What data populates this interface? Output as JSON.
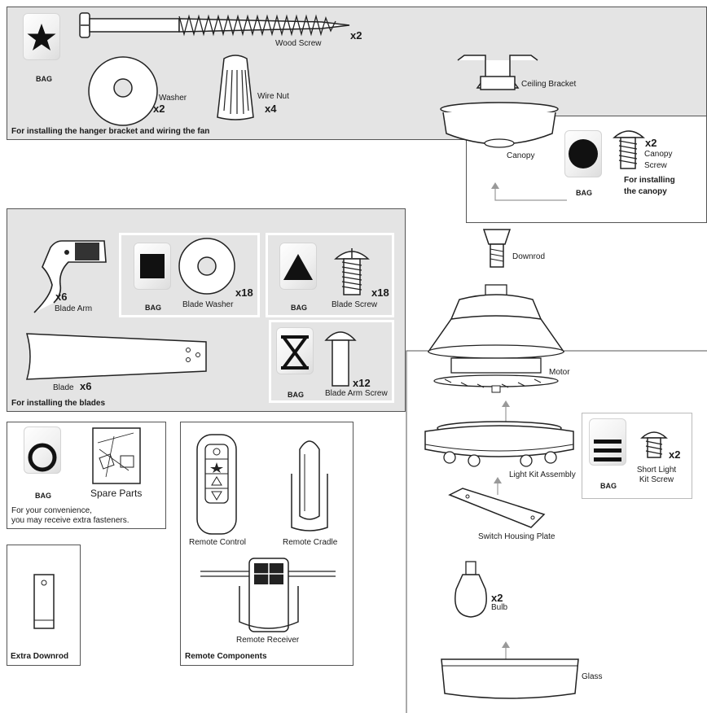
{
  "hardware_top": {
    "bag": "BAG",
    "wood_screw": "Wood Screw",
    "wood_screw_qty": "x2",
    "washer": "Washer",
    "washer_qty": "x2",
    "wire_nut": "Wire Nut",
    "wire_nut_qty": "x4",
    "caption": "For installing the hanger bracket and wiring the fan"
  },
  "ceiling": {
    "bracket": "Ceiling Bracket",
    "canopy": "Canopy"
  },
  "canopy_hw": {
    "bag": "BAG",
    "qty": "x2",
    "screw_line1": "Canopy",
    "screw_line2": "Screw",
    "caption_line1": "For installing",
    "caption_line2": "the canopy"
  },
  "blades_panel": {
    "blade_arm": "Blade Arm",
    "blade_arm_qty": "x6",
    "bag1": "BAG",
    "blade_washer": "Blade Washer",
    "blade_washer_qty": "x18",
    "bag2": "BAG",
    "blade_screw": "Blade Screw",
    "blade_screw_qty": "x18",
    "blade": "Blade",
    "blade_qty": "x6",
    "bag3": "BAG",
    "blade_arm_screw": "Blade Arm Screw",
    "blade_arm_screw_qty": "x12",
    "caption": "For installing the blades"
  },
  "spare": {
    "bag": "BAG",
    "spare_parts": "Spare Parts",
    "note_line1": "For your convenience,",
    "note_line2": "you may receive extra fasteners."
  },
  "remote": {
    "remote_control": "Remote Control",
    "remote_cradle": "Remote Cradle",
    "remote_receiver": "Remote Receiver",
    "caption": "Remote Components"
  },
  "extra": {
    "caption": "Extra Downrod"
  },
  "assembly": {
    "downrod": "Downrod",
    "motor": "Motor",
    "light_kit": "Light Kit Assembly",
    "switch_plate": "Switch Housing Plate",
    "bulb_qty": "x2",
    "bulb": "Bulb",
    "glass": "Glass"
  },
  "light_screw": {
    "bag": "BAG",
    "qty": "x2",
    "line1": "Short Light",
    "line2": "Kit Screw"
  }
}
